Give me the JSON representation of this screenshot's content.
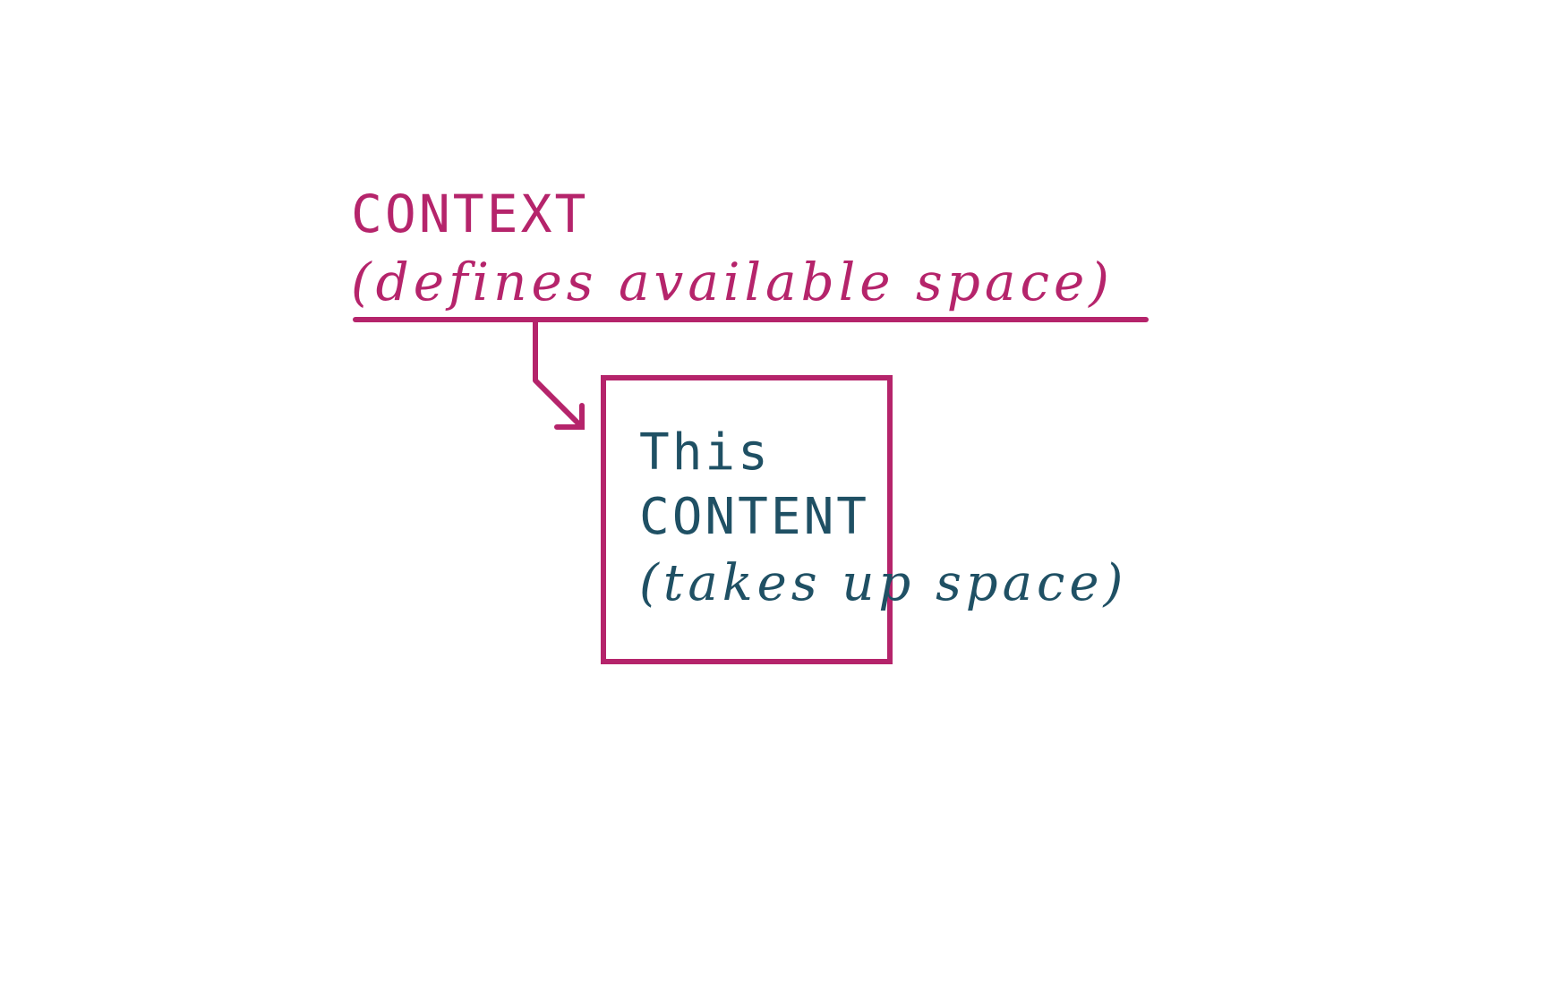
{
  "diagram": {
    "context": {
      "title": "CONTEXT",
      "subtitle": "(defines available space)"
    },
    "content": {
      "line1": "This",
      "title": "CONTENT",
      "subtitle": "(takes up space)"
    },
    "colors": {
      "context": "#b5246b",
      "content": "#1f5064",
      "background": "#ffffff"
    }
  }
}
